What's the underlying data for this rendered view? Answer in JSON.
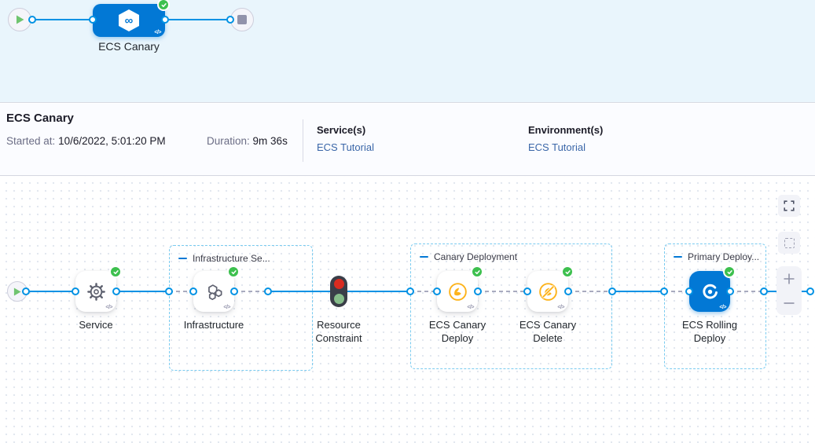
{
  "colors": {
    "accent_blue": "#0278D5",
    "line_blue": "#0092E4",
    "success_green": "#3DC04E",
    "warning_yellow": "#FDB31B",
    "link_blue": "#3A66A8"
  },
  "minimap": {
    "pipeline_label": "ECS Canary",
    "code_icon": "</>"
  },
  "header": {
    "title": "ECS Canary",
    "started_label": "Started at:",
    "started_value": "10/6/2022, 5:01:20 PM",
    "duration_label": "Duration:",
    "duration_value": "9m 36s",
    "services_label": "Service(s)",
    "services_link": "ECS Tutorial",
    "environments_label": "Environment(s)",
    "environments_link": "ECS Tutorial"
  },
  "canvas": {
    "code_icon": "</>",
    "groups": {
      "infrastructure": {
        "title": "Infrastructure Se..."
      },
      "canary": {
        "title": "Canary Deployment"
      },
      "primary": {
        "title": "Primary Deploy..."
      }
    },
    "nodes": {
      "service": {
        "label": "Service",
        "status": "success"
      },
      "infrastructure": {
        "label": "Infrastructure",
        "status": "success"
      },
      "resource_constraint": {
        "label": "Resource Constraint"
      },
      "ecs_canary_deploy": {
        "label": "ECS Canary Deploy",
        "status": "success"
      },
      "ecs_canary_delete": {
        "label": "ECS Canary Delete",
        "status": "success"
      },
      "ecs_rolling_deploy": {
        "label": "ECS Rolling Deploy",
        "status": "success"
      }
    }
  }
}
